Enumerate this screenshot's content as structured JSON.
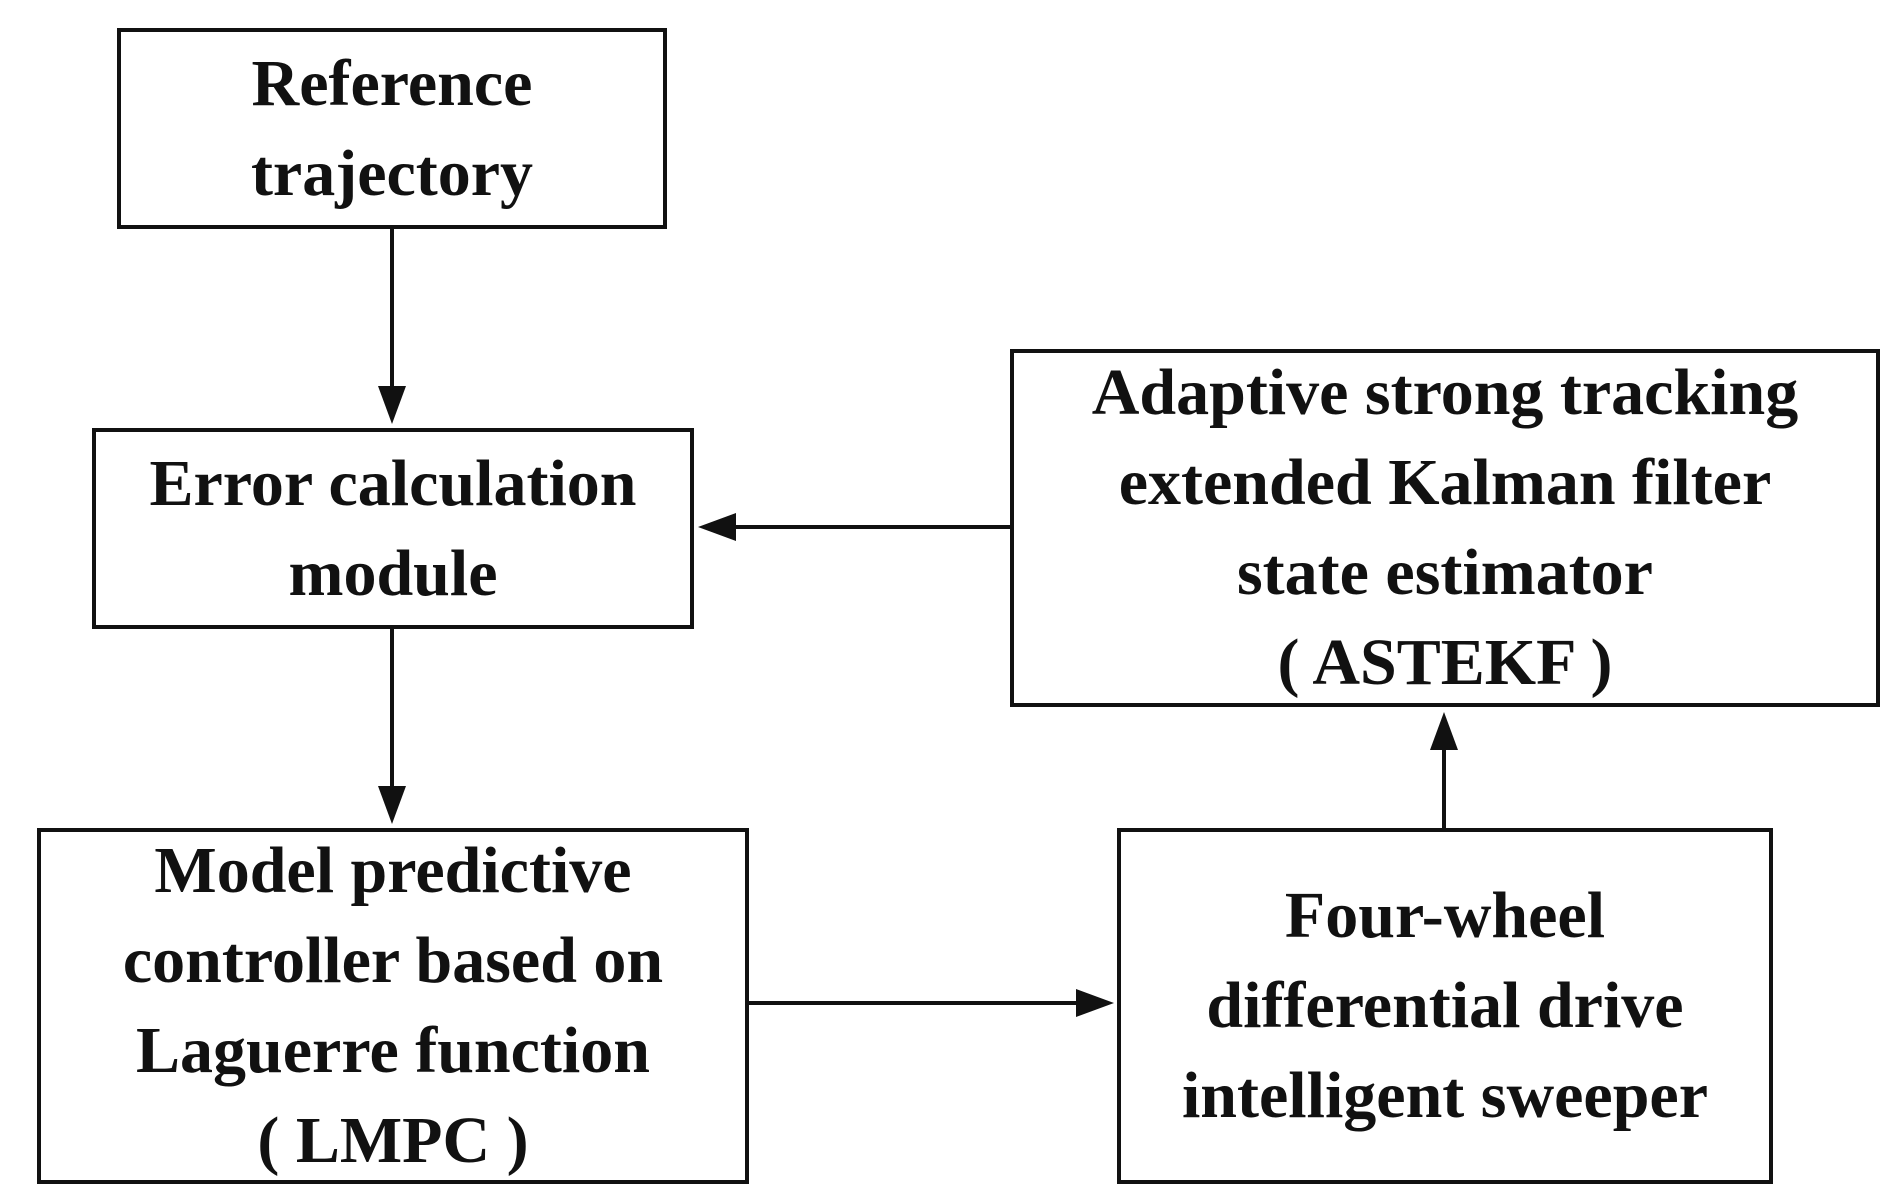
{
  "diagram": {
    "nodes": {
      "reference": {
        "lines": [
          "Reference",
          "trajectory"
        ]
      },
      "error": {
        "lines": [
          "Error calculation",
          "module"
        ]
      },
      "lmpc": {
        "lines": [
          "Model predictive",
          "controller based on",
          "Laguerre function",
          "( LMPC )"
        ]
      },
      "sweeper": {
        "lines": [
          "Four-wheel",
          "differential drive",
          "intelligent sweeper"
        ]
      },
      "astekf": {
        "lines": [
          "Adaptive strong tracking",
          "extended Kalman filter",
          "state estimator",
          "( ASTEKF )"
        ]
      }
    },
    "edges": [
      {
        "from": "reference",
        "to": "error"
      },
      {
        "from": "error",
        "to": "lmpc"
      },
      {
        "from": "lmpc",
        "to": "sweeper"
      },
      {
        "from": "sweeper",
        "to": "astekf"
      },
      {
        "from": "astekf",
        "to": "error"
      }
    ],
    "colors": {
      "line": "#111111",
      "background": "#ffffff"
    }
  }
}
